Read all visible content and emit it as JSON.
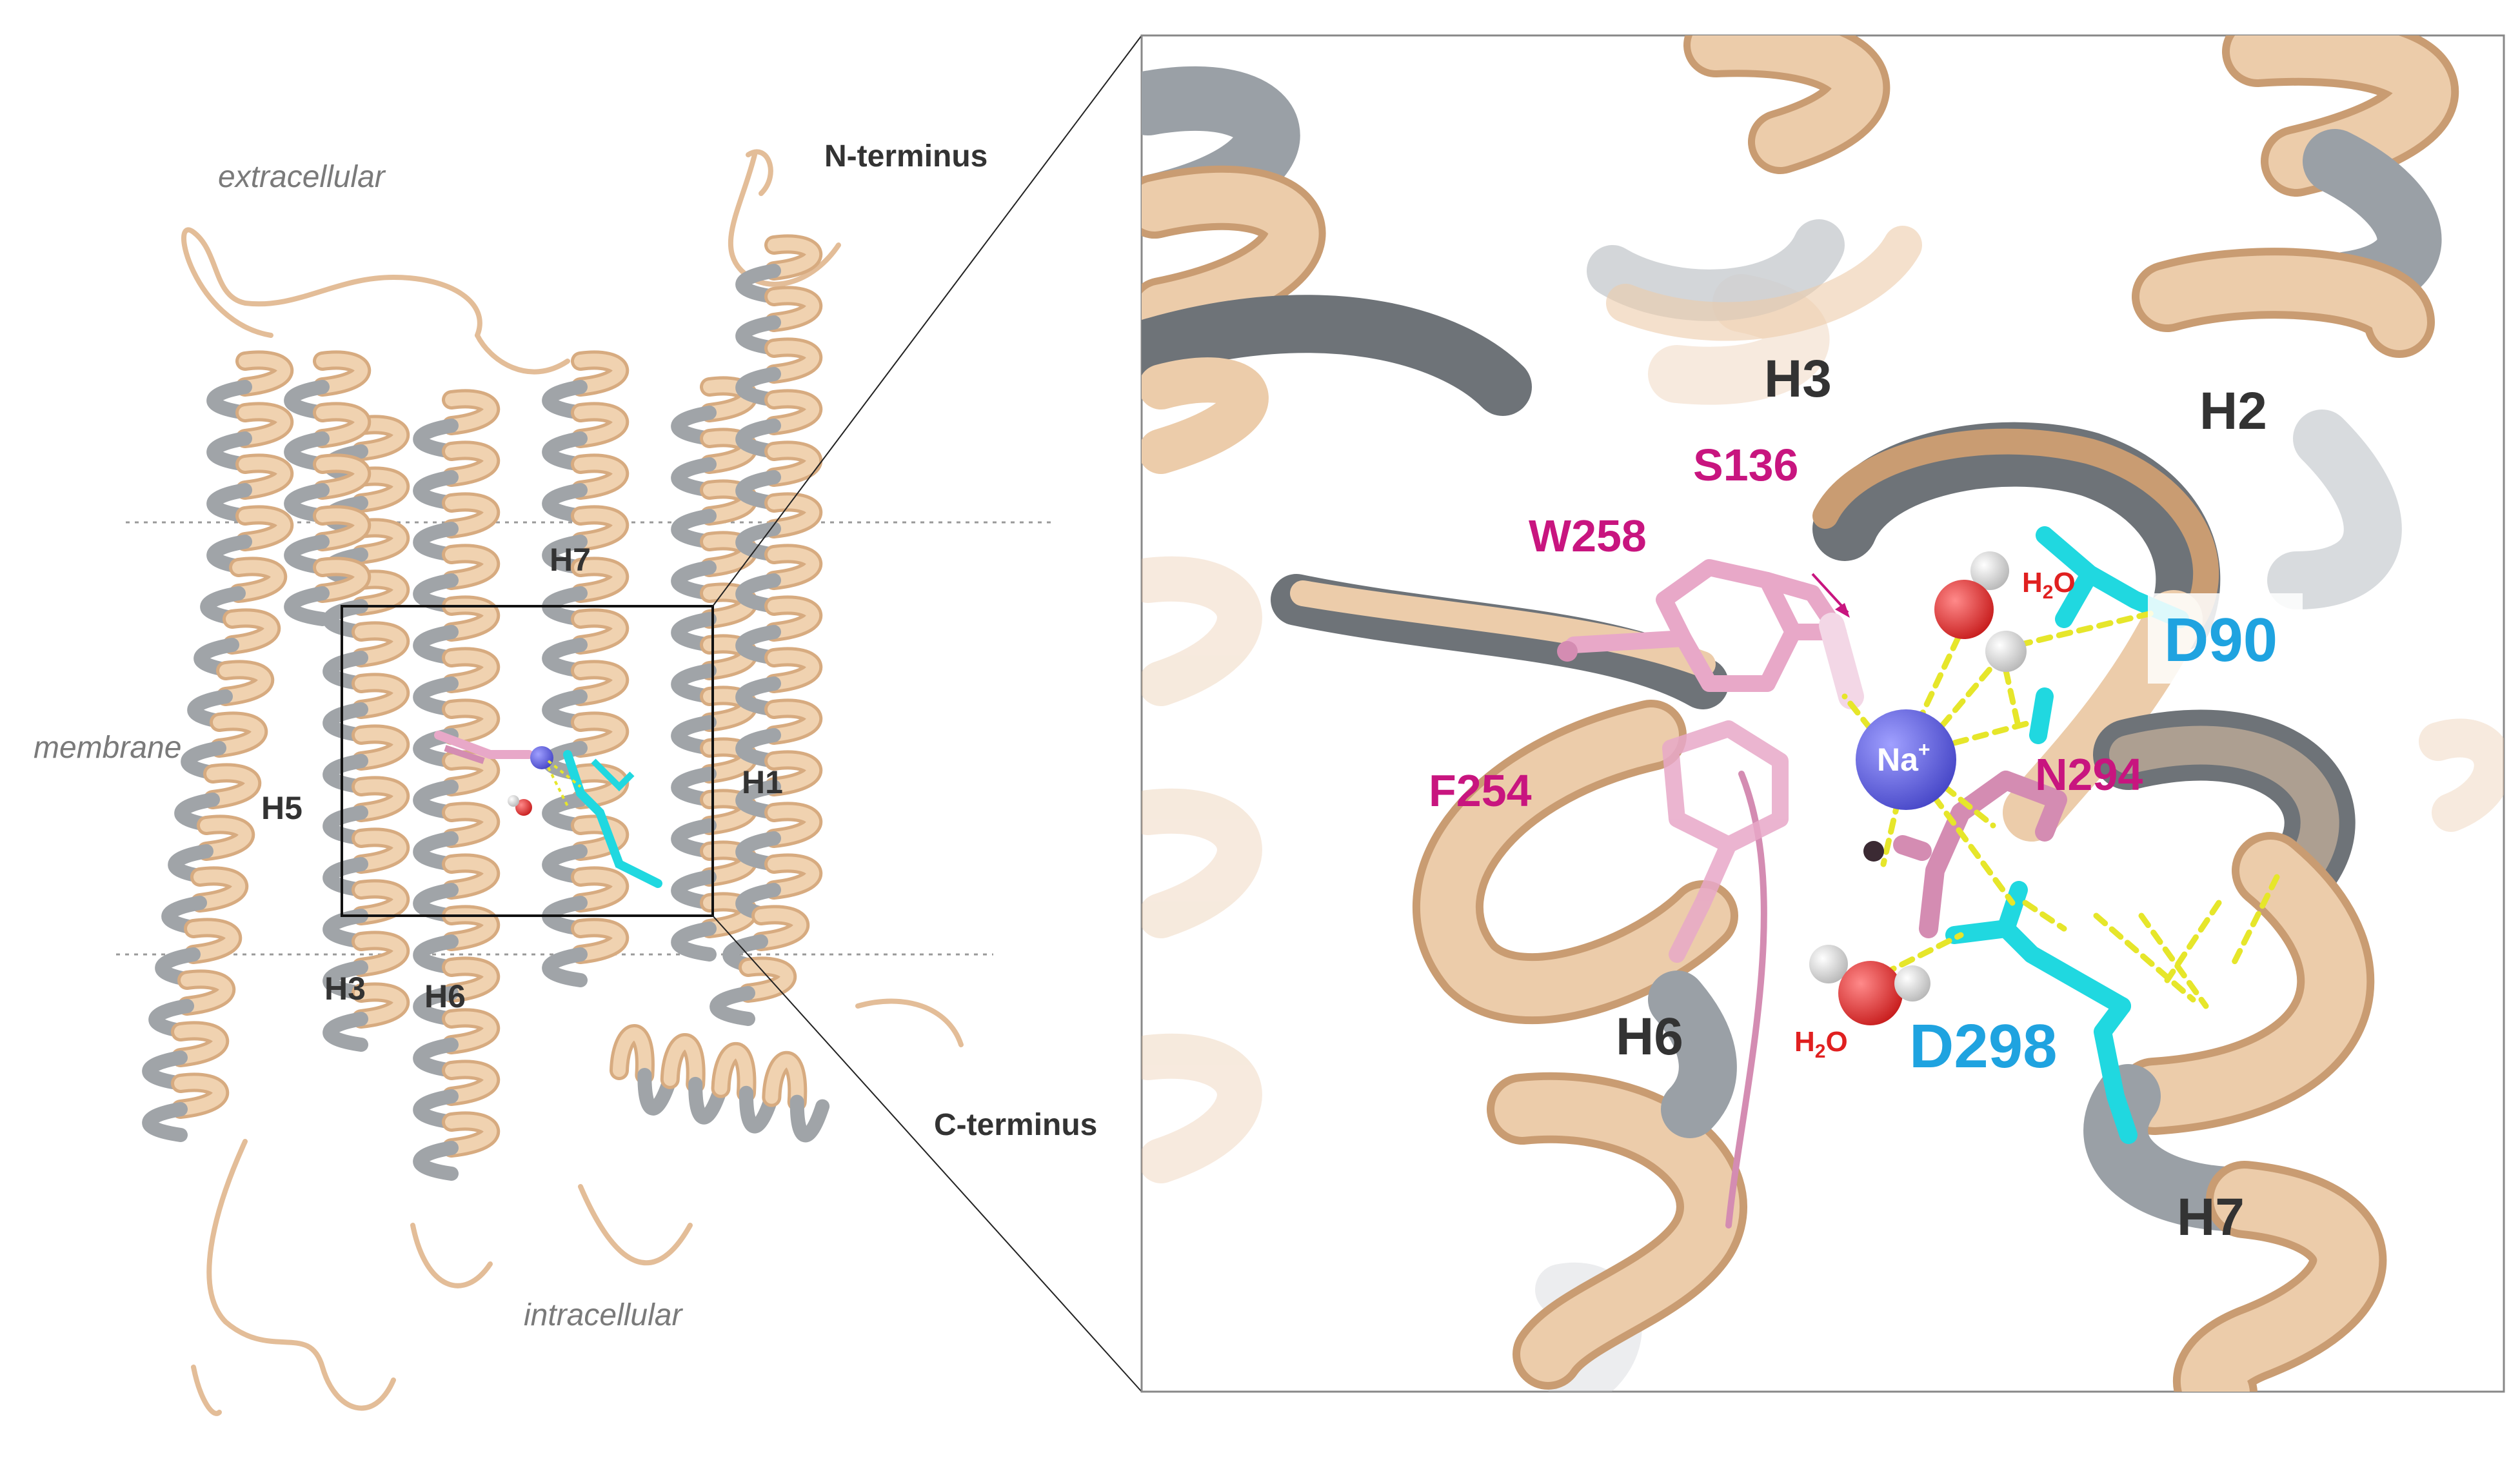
{
  "overview": {
    "regions": {
      "extracellular": "extracellular",
      "membrane": "membrane",
      "intracellular": "intracellular"
    },
    "termini": {
      "n": "N-terminus",
      "c": "C-terminus"
    },
    "helices": {
      "h1": "H1",
      "h3": "H3",
      "h5": "H5",
      "h6": "H6",
      "h7": "H7"
    }
  },
  "zoom": {
    "helices": {
      "h2": "H2",
      "h3": "H3",
      "h6": "H6",
      "h7": "H7"
    },
    "residues": {
      "s136": "S136",
      "w258": "W258",
      "f254": "F254",
      "n294": "N294",
      "d90": "D90",
      "d298": "D298"
    },
    "ion": {
      "symbol": "Na",
      "charge": "+"
    },
    "water": {
      "formula": "H",
      "sub": "2",
      "rest": "O"
    }
  },
  "colors": {
    "helix": "#e8c4a0",
    "helix_inner": "#9a9ea3",
    "pink_residue": "#e8a8c8",
    "pink_label": "#c8157f",
    "cyan_residue": "#20d8e0",
    "cyan_label": "#1fa3e0",
    "sodium": "#6a6ae0",
    "oxygen": "#e83a3a",
    "hbond": "#e6e62a"
  }
}
